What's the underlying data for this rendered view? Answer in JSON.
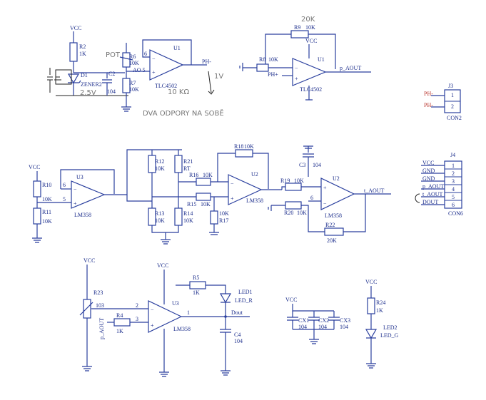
{
  "labels": {
    "vcc": "VCC",
    "r2": "R2",
    "r2v": "1K",
    "d1": "D1",
    "zener": "ZENER2",
    "c2": "C2",
    "c2v": "104",
    "r6": "R6",
    "r6v": "10K",
    "r7": "R7",
    "r7v": "10K",
    "ao5": "AO 5",
    "u1": "U1",
    "tlc": "TLC4502",
    "ph_minus": "PH-",
    "r9": "R9",
    "r9v": "10K",
    "r8": "R8",
    "r8v": "10K",
    "ph_plus": "PH+",
    "p_aout": "p_AOUT",
    "j3": "J3",
    "con2": "CON2",
    "j4": "J4",
    "con6": "CON6",
    "con6_pins": [
      "VCC",
      "GND",
      "GND",
      "p_AOUT",
      "t_AOUT",
      "DOUT"
    ],
    "con2_pins": [
      "PH-",
      "PH-"
    ],
    "r10": "R10",
    "r10v": "10K",
    "r11": "R11",
    "r11v": "10K",
    "u3": "U3",
    "lm358": "LM358",
    "r12": "R12",
    "r12v": "10K",
    "r21": "R21",
    "rt": "RT",
    "r13": "R13",
    "r13v": "10K",
    "r14": "R14",
    "r14v": "10K",
    "r16": "R16",
    "r16v": "10K",
    "r15": "R15",
    "r15v": "10K",
    "r18": "R18",
    "r18v": "10K",
    "r17": "R17",
    "r17v": "10K",
    "u2": "U2",
    "c3": "C3",
    "c3v": "104",
    "r19": "R19",
    "r19v": "10K",
    "r20": "R20",
    "r20v": "10K",
    "r22": "R22",
    "r22v": "20K",
    "t_aout": "t_AOUT",
    "r23": "R23",
    "r23v": "103",
    "r4": "R4",
    "r4v": "1K",
    "r5": "R5",
    "r5v": "1K",
    "led1": "LED1",
    "led_r": "LED_R",
    "dout": "Dout",
    "c4": "C4",
    "c4v": "104",
    "cx1": "CX1",
    "cx2": "CX2",
    "cx3": "CX3",
    "cxv": "104",
    "r24": "R24",
    "r24v": "1K",
    "led2": "LED2",
    "led_g": "LED_G"
  },
  "handwriting": {
    "h20k": "20K",
    "h1v": "1V",
    "h25v": "2.5V",
    "hkohm": "10 KΩ",
    "hbottom": "DVA ODPORY NA SOBĚ",
    "hpot": "POT"
  }
}
